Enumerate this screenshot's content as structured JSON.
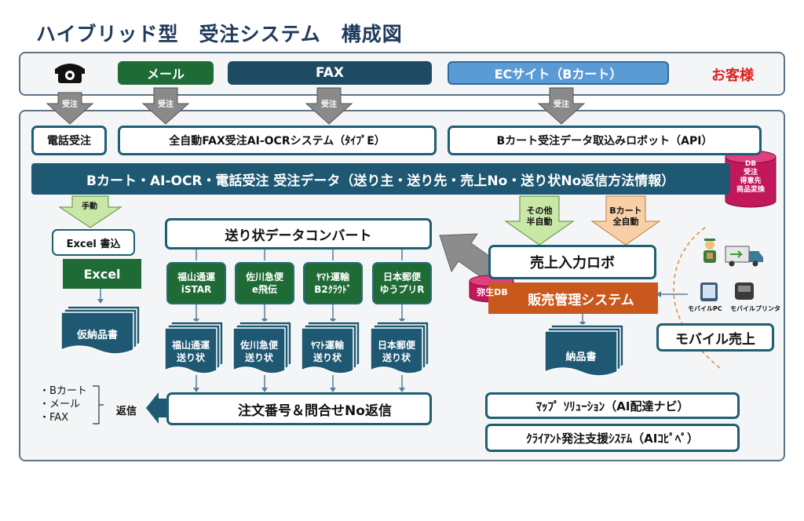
{
  "title": "ハイブリッド型　受注システム　構成図",
  "customer_row": {
    "channels": {
      "mail": "メール",
      "fax": "FAX",
      "ec": "ECサイト（Bカート）"
    },
    "customer_label": "お客様"
  },
  "arrow_labels": {
    "receive": "受注",
    "manual": "手動",
    "semi": [
      "その他",
      "半自動"
    ],
    "auto": [
      "Bカート",
      "全自動"
    ]
  },
  "systems": {
    "phone": "電話受注",
    "fax_ocr": "全自動FAX受注AI-OCRシステム（ﾀｲﾌﾟE）",
    "bcart_robot": "Bカート受注データ取込みロボット（API）"
  },
  "band": "Bカート・AI-OCR・電話受注 受注データ（送り主・送り先・売上No・送り状No返信方法情報）",
  "db": [
    "DB",
    "受注",
    "得意先",
    "商品変換"
  ],
  "excel_write": "Excel 書込",
  "excel": "Excel",
  "temp_delivery": "仮納品書",
  "converter": "送り状データコンバート",
  "carriers": [
    {
      "line1": "福山通運",
      "line2": "iSTAR"
    },
    {
      "line1": "佐川急便",
      "line2": "e飛伝"
    },
    {
      "line1": "ﾔﾏﾄ運輸",
      "line2": "B2ｸﾗｳﾄﾞ"
    },
    {
      "line1": "日本郵便",
      "line2": "ゆうプリR"
    }
  ],
  "slips": [
    {
      "line1": "福山通運",
      "line2": "送り状"
    },
    {
      "line1": "佐川急便",
      "line2": "送り状"
    },
    {
      "line1": "ﾔﾏﾄ運輸",
      "line2": "送り状"
    },
    {
      "line1": "日本郵便",
      "line2": "送り状"
    }
  ],
  "reply_list": [
    "・Bカート",
    "・メール",
    "・FAX"
  ],
  "reply_label": "返信",
  "order_reply": "注文番号＆問合せNo返信",
  "sales_robot": "売上入力ロボ",
  "yayoi_db": "弥生DB",
  "sales_mgmt": "販売管理システム",
  "delivery_note": "納品書",
  "mobile": {
    "pc": "モバイルPC",
    "printer": "モバイルプリンタ",
    "sales": "モバイル売上"
  },
  "map_solution": "ﾏｯﾌﾟ ｿﾘｭｰｼｮﾝ（AI配達ナビ）",
  "client_support": "ｸﾗｲｱﾝﾄ発注支援ｼｽﾃﾑ（AIｺﾋﾟﾍﾟ）",
  "colors": {
    "navy": "#1e5872",
    "green": "#1e6b35",
    "orange": "#c8581c",
    "red": "#e02020",
    "db": "#c2185b"
  }
}
